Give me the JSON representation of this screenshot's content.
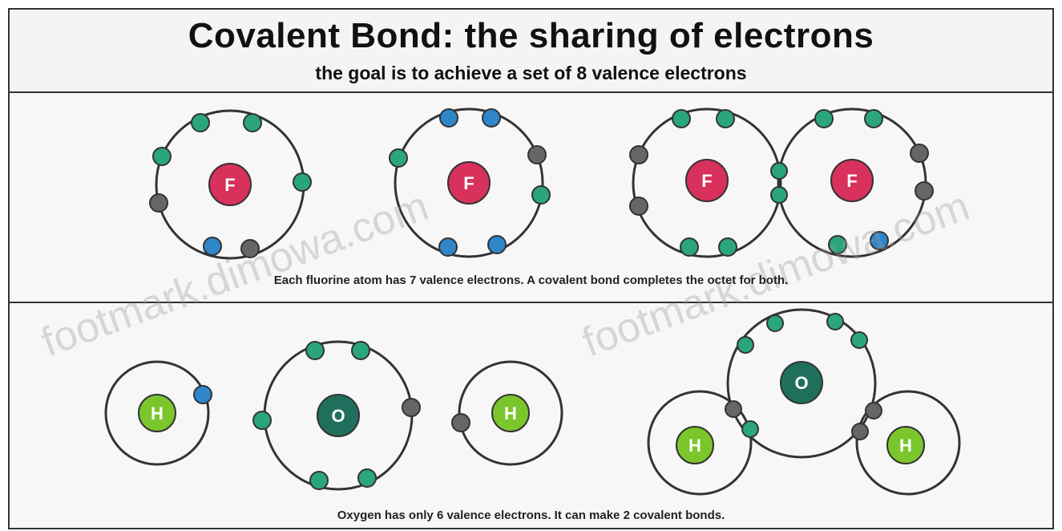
{
  "title": "Covalent Bond: the sharing of electrons",
  "subtitle": "the goal is to achieve a set of 8 valence electrons",
  "panels": [
    {
      "caption": "Each fluorine atom has 7 valence electrons. A covalent bond completes the octet for both."
    },
    {
      "caption": "Oxygen has only 6 valence electrons. It can make 2 covalent bonds."
    }
  ],
  "atoms": {
    "fluorine_symbol": "F",
    "hydrogen_symbol": "H",
    "oxygen_symbol": "O"
  },
  "watermark": "footmark.dimowa.com",
  "colors": {
    "fluorine_nucleus": "#d8315b",
    "hydrogen_nucleus": "#7bc62d",
    "oxygen_nucleus": "#1f6f5c",
    "electron_green": "#2aa57e",
    "electron_blue": "#2f86c9",
    "electron_gray": "#666666",
    "orbit": "#333333"
  }
}
